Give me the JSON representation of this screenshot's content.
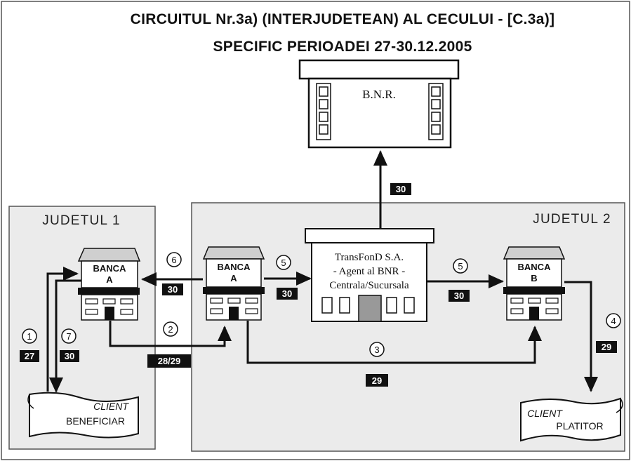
{
  "title": {
    "line1": "CIRCUITUL Nr.3a) (INTERJUDETEAN) AL CECULUI - [C.3a)]",
    "line2": "SPECIFIC PERIOADEI 27-30.12.2005"
  },
  "regions": {
    "judet1": "JUDETUL 1",
    "judet2": "JUDETUL 2"
  },
  "nodes": {
    "bnr": {
      "label": "B.N.R."
    },
    "banca_a_j1": {
      "line1": "BANCA",
      "line2": "A"
    },
    "banca_a_j2": {
      "line1": "BANCA",
      "line2": "A"
    },
    "banca_b": {
      "line1": "BANCA",
      "line2": "B"
    },
    "transfond": {
      "line1": "TransFonD S.A.",
      "line2": "- Agent al BNR -",
      "line3": "Centrala/Sucursala"
    },
    "client_beneficiar": {
      "line1": "CLIENT",
      "line2": "BENEFICIAR"
    },
    "client_platitor": {
      "line1": "CLIENT",
      "line2": "PLATITOR"
    }
  },
  "steps": [
    {
      "number": "1",
      "date": "27"
    },
    {
      "number": "2",
      "date": "28/29"
    },
    {
      "number": "3",
      "date": "29"
    },
    {
      "number": "4",
      "date": "29"
    },
    {
      "number": "5",
      "date": "30"
    },
    {
      "number": "5",
      "date": "30"
    },
    {
      "number": "6",
      "date": "30"
    },
    {
      "number": "7",
      "date": "30"
    },
    {
      "number": "",
      "date": "30"
    }
  ],
  "colors": {
    "region_fill": "#ebebeb",
    "badge_fill": "#111111",
    "line": "#111111"
  }
}
